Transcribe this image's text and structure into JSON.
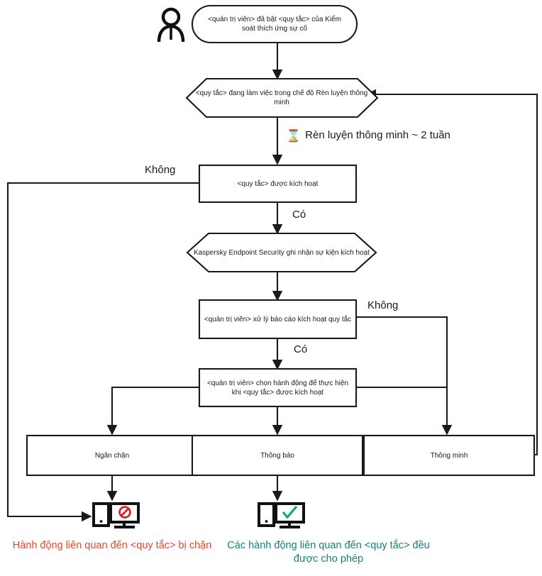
{
  "diagram": {
    "title": "Adaptive Anomaly Control rule workflow",
    "colors": {
      "line": "#1a1a1a",
      "node_text": "#1a1a1a",
      "blocked": "#e8472c",
      "allowed": "#1a7f74",
      "block_symbol": "#d8232a",
      "check_symbol": "#13a589"
    },
    "nodes": {
      "actor": {
        "icon": "user-icon",
        "label": ""
      },
      "start": {
        "shape": "rounded",
        "text": "<quản trị viên> đã bật <quy tắc> của Kiểm soát thích ứng sự cố"
      },
      "smart_training": {
        "shape": "hexagon",
        "text": "<quy tắc> đang làm việc trong chế độ Rèn luyện thông minh"
      },
      "rule_triggered": {
        "shape": "rect",
        "text": "<quy tắc> được kích hoạt"
      },
      "kes_logs_event": {
        "shape": "hexagon",
        "text": "Kaspersky Endpoint Security ghi nhận sự kiện kích hoạt"
      },
      "admin_processes_report": {
        "shape": "rect",
        "text": "<quản trị viên> xử lý báo cáo kích hoạt quy tắc"
      },
      "admin_selects_action": {
        "shape": "rect",
        "text": "<quản trị viên> chọn hành động để thực hiện khi <quy tắc> được kích hoạt"
      },
      "action_block": {
        "shape": "rect",
        "text": "Ngăn chặn"
      },
      "action_notify": {
        "shape": "rect",
        "text": "Thông báo"
      },
      "action_smart": {
        "shape": "rect",
        "text": "Thông minh"
      }
    },
    "edge_labels": {
      "training_duration": "Rèn luyện thông minh ~ 2 tuần",
      "training_icon": "hourglass-icon",
      "triggered_no": "Không",
      "triggered_yes": "Có",
      "report_no": "Không",
      "report_yes": "Có"
    },
    "outcomes": {
      "blocked": {
        "icon": "monitor-blocked-icon",
        "caption": "Hành động liên quan đến <quy tắc> bị chặn"
      },
      "allowed": {
        "icon": "monitor-allowed-icon",
        "caption": "Các hành động liên quan đến <quy tắc> đều được cho phép"
      }
    }
  }
}
